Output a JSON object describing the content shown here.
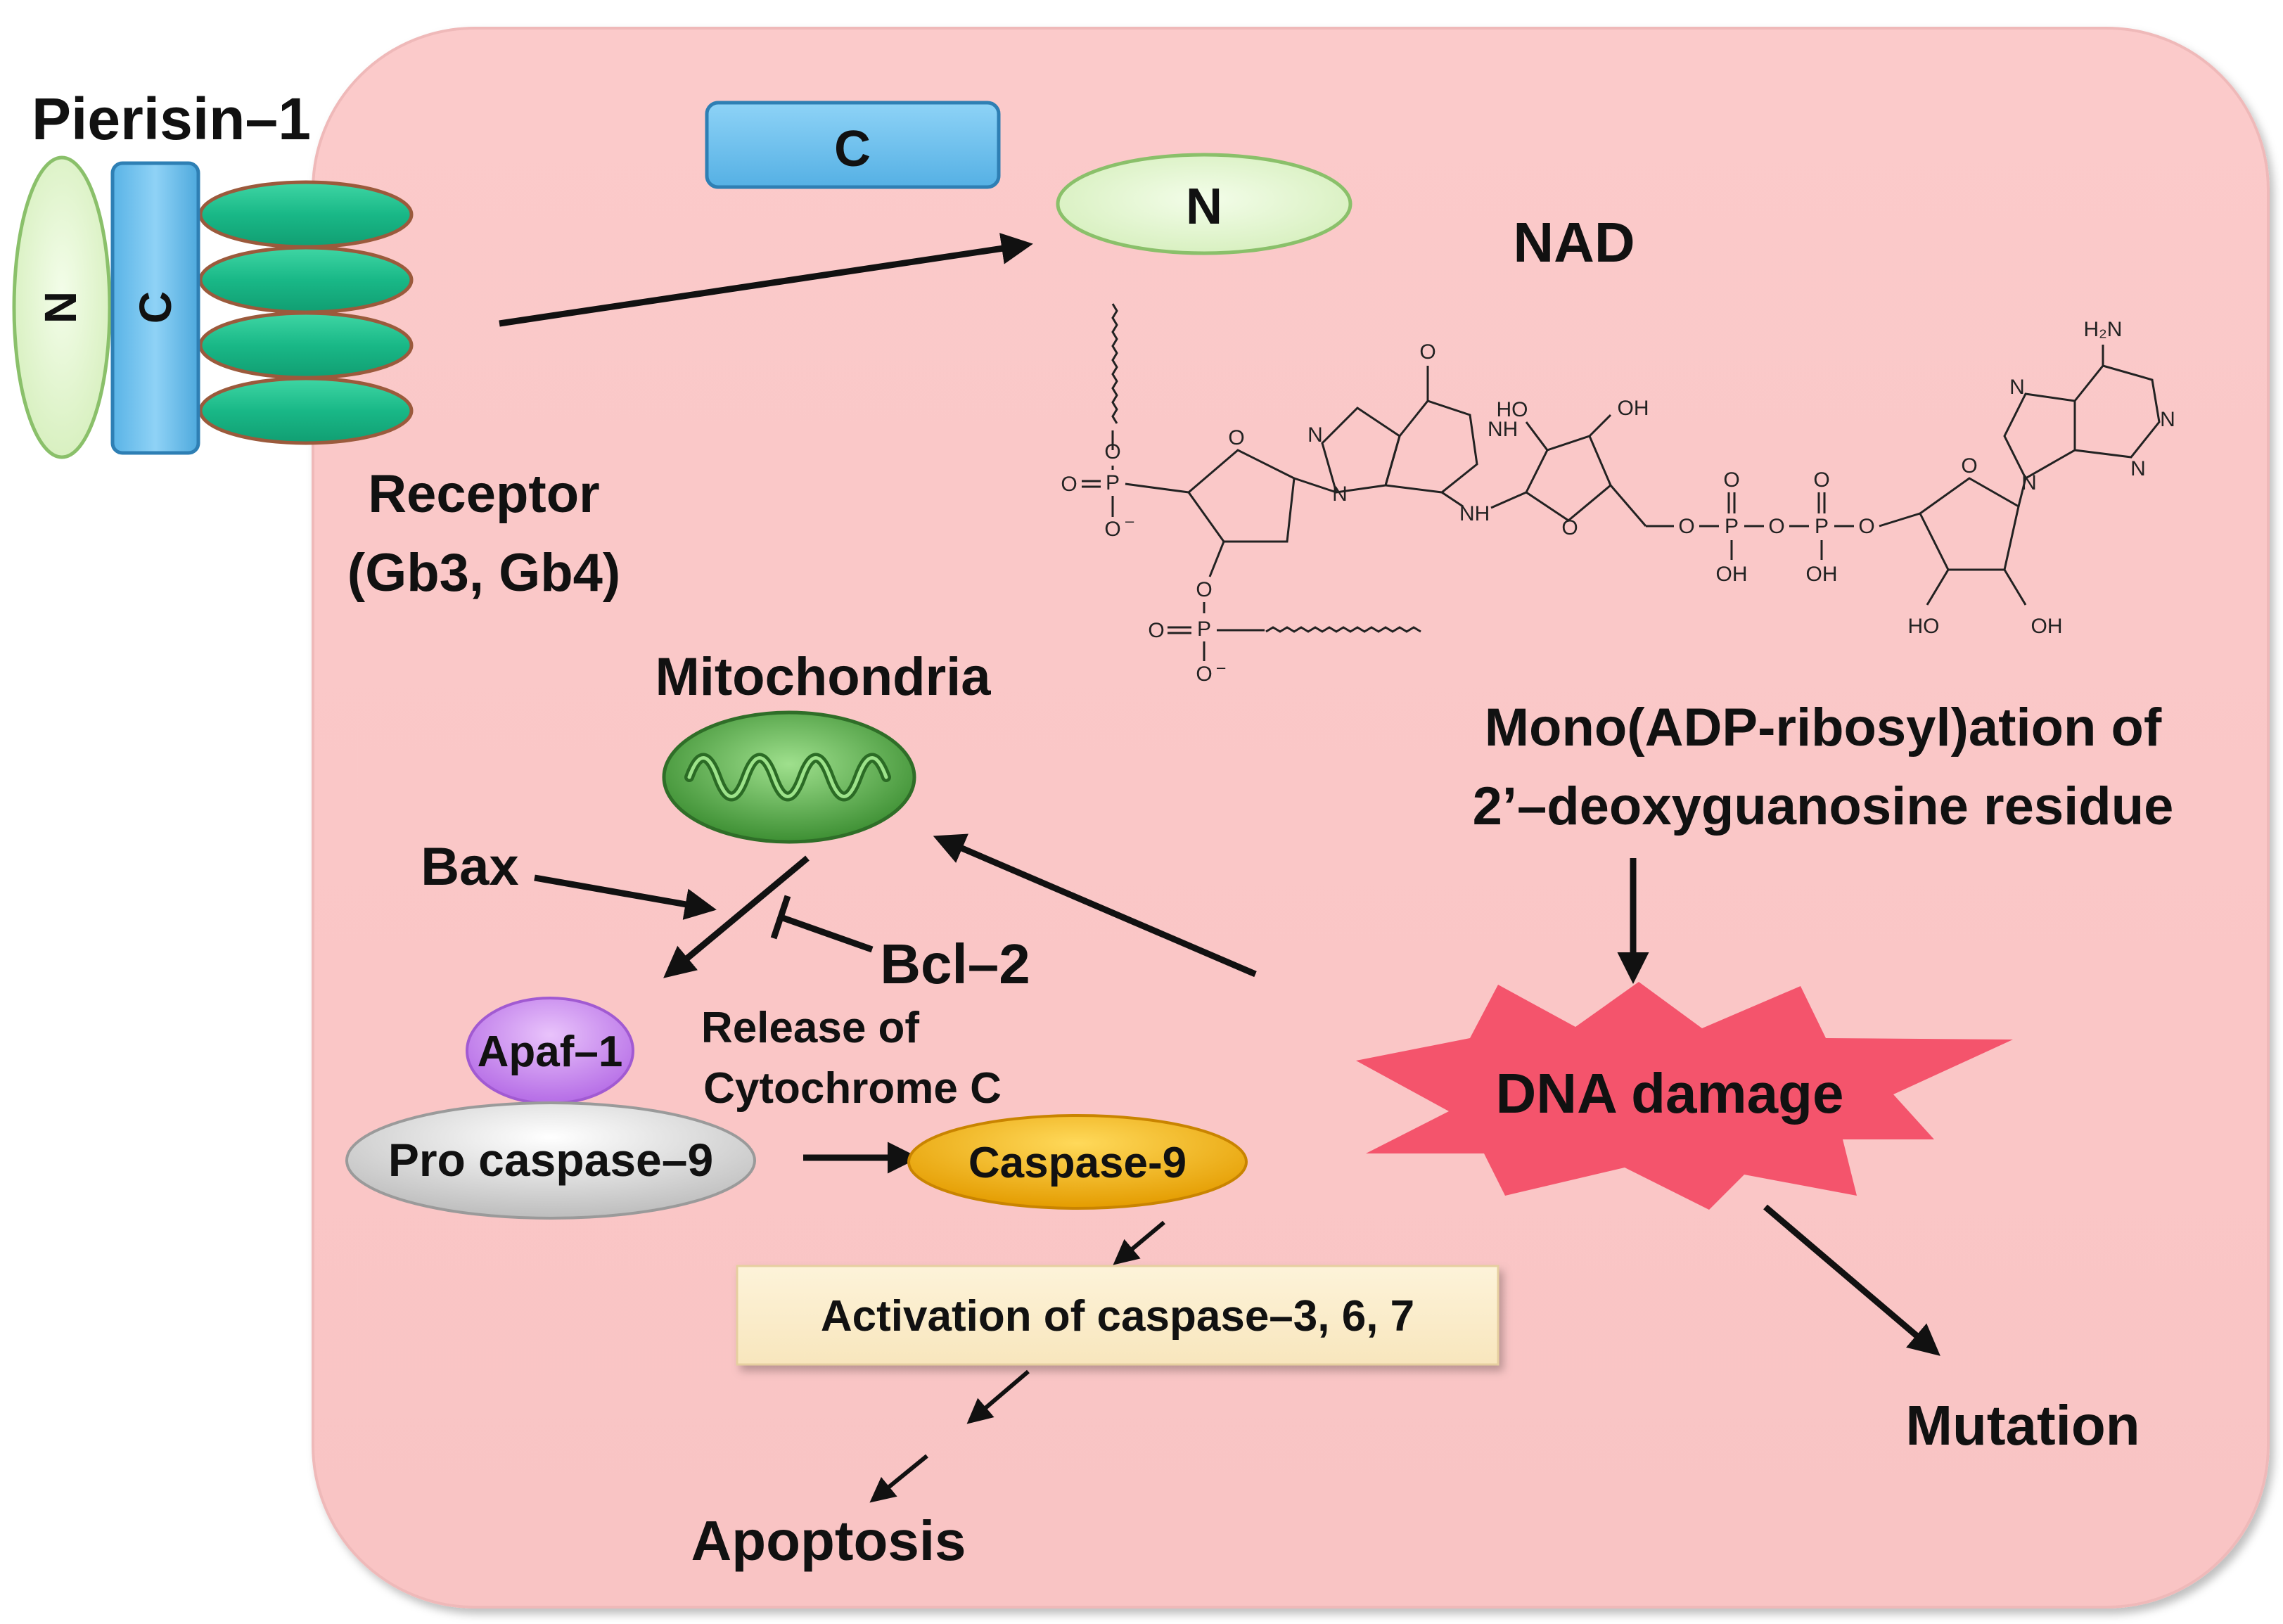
{
  "protein": {
    "name": "Pierisin–1",
    "domain_n": "N",
    "domain_c": "C"
  },
  "fragments": {
    "c_label": "C",
    "n_label": "N"
  },
  "receptor": {
    "line1": "Receptor",
    "line2": "(Gb3, Gb4)"
  },
  "nad": {
    "title": "NAD",
    "atoms": {
      "o_top": "O",
      "nh": "NH",
      "n_1": "N",
      "n_2": "N",
      "nh_link": "NH",
      "ho_1": "HO",
      "oh_1": "OH",
      "o_ring1": "O",
      "o_ring2": "O",
      "o_ring3": "O",
      "o_bridge1": "O",
      "o_bridge2": "O",
      "o_bridge3": "O",
      "p1": "P",
      "p2": "P",
      "p3": "P",
      "p4": "P",
      "o_dbl1": "O",
      "o_dbl2": "O",
      "o_dbl3": "O",
      "o_dbl4": "O",
      "o_neg1": "O",
      "o_neg2": "O",
      "oh_p3": "OH",
      "oh_p4": "OH",
      "o_p1_link": "O",
      "o_p2_link": "O",
      "h2n": "H₂N",
      "an_1": "N",
      "an_2": "N",
      "an_3": "N",
      "an_4": "N",
      "ho_2": "HO",
      "oh_2": "OH",
      "minus1": "–",
      "minus2": "–"
    }
  },
  "mito": {
    "label": "Mitochondria"
  },
  "bax": "Bax",
  "bcl2": "Bcl–2",
  "apaf": "Apaf–1",
  "release": {
    "line1": "Release of",
    "line2": "Cytochrome C"
  },
  "procasp9": "Pro caspase–9",
  "casp9": "Caspase-9",
  "activation": "Activation of caspase–3, 6, 7",
  "apoptosis": "Apoptosis",
  "mono": {
    "line1": "Mono(ADP-ribosyl)ation of",
    "line2": "2’–deoxyguanosine residue"
  },
  "dna_damage": "DNA damage",
  "mutation": "Mutation",
  "colors": {
    "cell": "#fbc9c9",
    "cell_border": "#e8b4b4",
    "n_domain": "#e4f7d2",
    "c_domain": "#6ec0ec",
    "receptor": "#1fbf8f",
    "receptor_border": "#9b5a3c",
    "apaf": "#cc88f2",
    "procasp": "#d8d8d8",
    "casp9": "#f5b400",
    "activation_box": "#fbecc8",
    "dna_burst": "#f4546c",
    "mito": "#4da844"
  }
}
